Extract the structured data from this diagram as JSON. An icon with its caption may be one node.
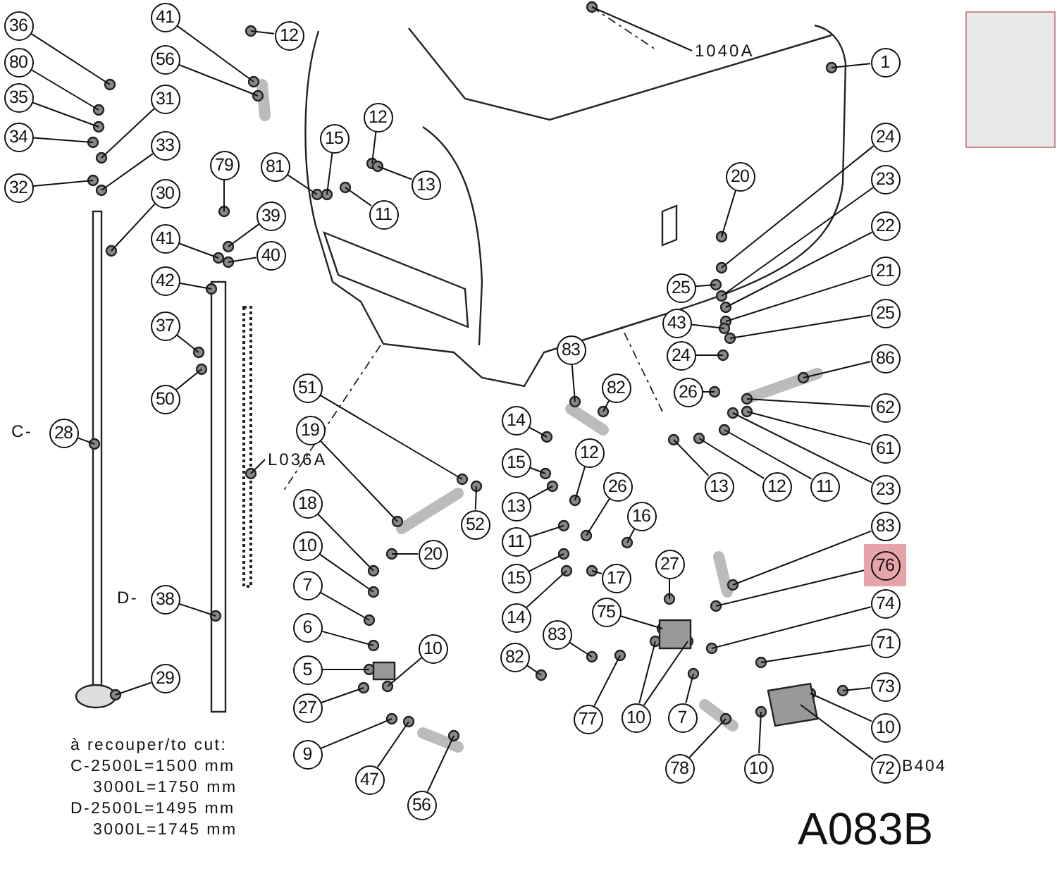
{
  "diagram": {
    "nodes": [
      {
        "text": [
          "36"
        ]
      },
      {
        "text": [
          "80"
        ]
      },
      {
        "text": [
          "35"
        ]
      },
      {
        "text": [
          "34"
        ]
      },
      {
        "text": [
          "31"
        ]
      },
      {
        "text": [
          "33"
        ]
      },
      {
        "text": [
          "32"
        ]
      },
      {
        "text": [
          "30"
        ]
      },
      {
        "text": [
          "41"
        ]
      },
      {
        "text": [
          "56"
        ]
      },
      {
        "text": [
          "12"
        ]
      },
      {
        "text": [
          "79"
        ]
      },
      {
        "text": [
          "39"
        ]
      },
      {
        "text": [
          "41"
        ]
      },
      {
        "text": [
          "40"
        ]
      },
      {
        "text": [
          "42"
        ]
      },
      {
        "text": [
          "37"
        ]
      },
      {
        "text": [
          "50"
        ]
      },
      {
        "text": [
          "28"
        ],
        "beside": [
          "C-"
        ]
      },
      {
        "text": [
          "38"
        ],
        "beside": [
          "D-"
        ]
      },
      {
        "text": [
          "29"
        ]
      },
      {
        "text": [
          "L036A"
        ]
      },
      {
        "text": [
          "1040A"
        ]
      },
      {
        "text": [
          "1"
        ]
      },
      {
        "text": [
          "81"
        ]
      },
      {
        "text": [
          "15"
        ]
      },
      {
        "text": [
          "12"
        ]
      },
      {
        "text": [
          "13"
        ]
      },
      {
        "text": [
          "11"
        ]
      },
      {
        "text": [
          "20"
        ]
      },
      {
        "text": [
          "24"
        ]
      },
      {
        "text": [
          "23"
        ]
      },
      {
        "text": [
          "22"
        ]
      },
      {
        "text": [
          "21"
        ]
      },
      {
        "text": [
          "25"
        ]
      },
      {
        "text": [
          "25"
        ]
      },
      {
        "text": [
          "43"
        ]
      },
      {
        "text": [
          "24"
        ]
      },
      {
        "text": [
          "83"
        ]
      },
      {
        "text": [
          "82"
        ]
      },
      {
        "text": [
          "86"
        ]
      },
      {
        "text": [
          "26"
        ]
      },
      {
        "text": [
          "62"
        ]
      },
      {
        "text": [
          "61"
        ]
      },
      {
        "text": [
          "23"
        ]
      },
      {
        "text": [
          "13"
        ]
      },
      {
        "text": [
          "12"
        ]
      },
      {
        "text": [
          "11"
        ]
      },
      {
        "text": [
          "51"
        ]
      },
      {
        "text": [
          "19"
        ]
      },
      {
        "text": [
          "52"
        ]
      },
      {
        "text": [
          "20"
        ]
      },
      {
        "text": [
          "18"
        ]
      },
      {
        "text": [
          "10"
        ]
      },
      {
        "text": [
          "7"
        ]
      },
      {
        "text": [
          "6"
        ]
      },
      {
        "text": [
          "5"
        ]
      },
      {
        "text": [
          "27"
        ]
      },
      {
        "text": [
          "10"
        ]
      },
      {
        "text": [
          "9"
        ]
      },
      {
        "text": [
          "47"
        ]
      },
      {
        "text": [
          "56"
        ]
      },
      {
        "text": [
          "14"
        ]
      },
      {
        "text": [
          "15"
        ]
      },
      {
        "text": [
          "13"
        ]
      },
      {
        "text": [
          "12"
        ]
      },
      {
        "text": [
          "11"
        ]
      },
      {
        "text": [
          "26"
        ]
      },
      {
        "text": [
          "15"
        ]
      },
      {
        "text": [
          "16"
        ]
      },
      {
        "text": [
          "17"
        ]
      },
      {
        "text": [
          "14"
        ]
      },
      {
        "text": [
          "75"
        ]
      },
      {
        "text": [
          "83"
        ]
      },
      {
        "text": [
          "82"
        ]
      },
      {
        "text": [
          "77"
        ]
      },
      {
        "text": [
          "27"
        ]
      },
      {
        "text": [
          "10"
        ]
      },
      {
        "text": [
          "7"
        ]
      },
      {
        "text": [
          "83"
        ]
      },
      {
        "text": [
          "76"
        ]
      },
      {
        "text": [
          "74"
        ]
      },
      {
        "text": [
          "71"
        ]
      },
      {
        "text": [
          "73"
        ]
      },
      {
        "text": [
          "10"
        ]
      },
      {
        "text": [
          "72"
        ]
      },
      {
        "text": [
          "78"
        ]
      },
      {
        "text": [
          "10"
        ]
      }
    ],
    "edges": [
      {
        "from": 0,
        "to": null,
        "arrow": "none"
      },
      {
        "from": 1,
        "to": null,
        "arrow": "none"
      },
      {
        "from": 2,
        "to": null,
        "arrow": "none"
      },
      {
        "from": 3,
        "to": null,
        "arrow": "none"
      },
      {
        "from": 4,
        "to": null,
        "arrow": "none"
      },
      {
        "from": 5,
        "to": null,
        "arrow": "none"
      },
      {
        "from": 6,
        "to": null,
        "arrow": "none"
      },
      {
        "from": 7,
        "to": null,
        "arrow": "none"
      },
      {
        "from": 8,
        "to": null,
        "arrow": "none"
      },
      {
        "from": 9,
        "to": null,
        "arrow": "none"
      },
      {
        "from": 10,
        "to": null,
        "arrow": "none"
      },
      {
        "from": 11,
        "to": null,
        "arrow": "none"
      },
      {
        "from": 12,
        "to": null,
        "arrow": "none"
      },
      {
        "from": 13,
        "to": null,
        "arrow": "none"
      },
      {
        "from": 14,
        "to": null,
        "arrow": "none"
      },
      {
        "from": 15,
        "to": null,
        "arrow": "none"
      },
      {
        "from": 16,
        "to": null,
        "arrow": "none"
      },
      {
        "from": 17,
        "to": null,
        "arrow": "none"
      },
      {
        "from": 18,
        "to": null,
        "arrow": "none"
      },
      {
        "from": 19,
        "to": null,
        "arrow": "none"
      },
      {
        "from": 20,
        "to": null,
        "arrow": "none"
      },
      {
        "from": 21,
        "to": null,
        "arrow": "none"
      },
      {
        "from": 22,
        "to": null,
        "arrow": "none"
      },
      {
        "from": 23,
        "to": null,
        "arrow": "none"
      },
      {
        "from": 24,
        "to": null,
        "arrow": "none"
      },
      {
        "from": 25,
        "to": null,
        "arrow": "none"
      },
      {
        "from": 26,
        "to": null,
        "arrow": "none"
      },
      {
        "from": 27,
        "to": null,
        "arrow": "none"
      },
      {
        "from": 28,
        "to": null,
        "arrow": "none"
      },
      {
        "from": 29,
        "to": null,
        "arrow": "none"
      },
      {
        "from": 30,
        "to": null,
        "arrow": "none"
      },
      {
        "from": 31,
        "to": null,
        "arrow": "none"
      },
      {
        "from": 32,
        "to": null,
        "arrow": "none"
      },
      {
        "from": 33,
        "to": null,
        "arrow": "none"
      },
      {
        "from": 34,
        "to": null,
        "arrow": "none"
      },
      {
        "from": 35,
        "to": null,
        "arrow": "none"
      },
      {
        "from": 36,
        "to": null,
        "arrow": "none"
      },
      {
        "from": 37,
        "to": null,
        "arrow": "none"
      },
      {
        "from": 38,
        "to": null,
        "arrow": "none"
      },
      {
        "from": 39,
        "to": null,
        "arrow": "none"
      },
      {
        "from": 40,
        "to": null,
        "arrow": "none"
      },
      {
        "from": 41,
        "to": null,
        "arrow": "none"
      },
      {
        "from": 42,
        "to": null,
        "arrow": "none"
      },
      {
        "from": 43,
        "to": null,
        "arrow": "none"
      },
      {
        "from": 44,
        "to": null,
        "arrow": "none"
      },
      {
        "from": 45,
        "to": null,
        "arrow": "none"
      },
      {
        "from": 46,
        "to": null,
        "arrow": "none"
      },
      {
        "from": 47,
        "to": null,
        "arrow": "none"
      },
      {
        "from": 48,
        "to": null,
        "arrow": "none"
      },
      {
        "from": 49,
        "to": null,
        "arrow": "none"
      },
      {
        "from": 50,
        "to": null,
        "arrow": "none"
      },
      {
        "from": 51,
        "to": null,
        "arrow": "none"
      },
      {
        "from": 52,
        "to": null,
        "arrow": "none"
      },
      {
        "from": 53,
        "to": null,
        "arrow": "none"
      },
      {
        "from": 54,
        "to": null,
        "arrow": "none"
      },
      {
        "from": 55,
        "to": null,
        "arrow": "none"
      },
      {
        "from": 56,
        "to": null,
        "arrow": "none"
      },
      {
        "from": 57,
        "to": null,
        "arrow": "none"
      },
      {
        "from": 58,
        "to": null,
        "arrow": "none"
      },
      {
        "from": 59,
        "to": null,
        "arrow": "none"
      },
      {
        "from": 60,
        "to": null,
        "arrow": "none"
      },
      {
        "from": 61,
        "to": null,
        "arrow": "none"
      },
      {
        "from": 62,
        "to": null,
        "arrow": "none"
      },
      {
        "from": 63,
        "to": null,
        "arrow": "none"
      },
      {
        "from": 64,
        "to": null,
        "arrow": "none"
      },
      {
        "from": 65,
        "to": null,
        "arrow": "none"
      },
      {
        "from": 66,
        "to": null,
        "arrow": "none"
      },
      {
        "from": 67,
        "to": null,
        "arrow": "none"
      },
      {
        "from": 68,
        "to": null,
        "arrow": "none"
      },
      {
        "from": 69,
        "to": null,
        "arrow": "none"
      },
      {
        "from": 70,
        "to": null,
        "arrow": "none"
      },
      {
        "from": 71,
        "to": null,
        "arrow": "none"
      },
      {
        "from": 72,
        "to": null,
        "arrow": "none"
      },
      {
        "from": 73,
        "to": null,
        "arrow": "none"
      },
      {
        "from": 74,
        "to": null,
        "arrow": "none"
      },
      {
        "from": 75,
        "to": null,
        "arrow": "none"
      },
      {
        "from": 76,
        "to": null,
        "arrow": "none"
      },
      {
        "from": 77,
        "to": null,
        "arrow": "none"
      },
      {
        "from": 77,
        "to": null,
        "arrow": "none"
      },
      {
        "from": 78,
        "to": null,
        "arrow": "none"
      },
      {
        "from": 79,
        "to": null,
        "arrow": "none"
      },
      {
        "from": 80,
        "to": null,
        "arrow": "none"
      },
      {
        "from": 81,
        "to": null,
        "arrow": "none"
      },
      {
        "from": 82,
        "to": null,
        "arrow": "none"
      },
      {
        "from": 83,
        "to": null,
        "arrow": "none"
      },
      {
        "from": 84,
        "to": null,
        "arrow": "none"
      },
      {
        "from": 85,
        "to": null,
        "arrow": "none"
      },
      {
        "from": 86,
        "to": null,
        "arrow": "none"
      },
      {
        "from": 87,
        "to": null,
        "arrow": "none"
      }
    ],
    "labels": [
      "à recouper/to cut:",
      "C-2500L=1500 mm",
      "3000L=1750 mm",
      "D-2500L=1495 mm",
      "3000L=1745 mm",
      "B404",
      "A083B"
    ]
  }
}
